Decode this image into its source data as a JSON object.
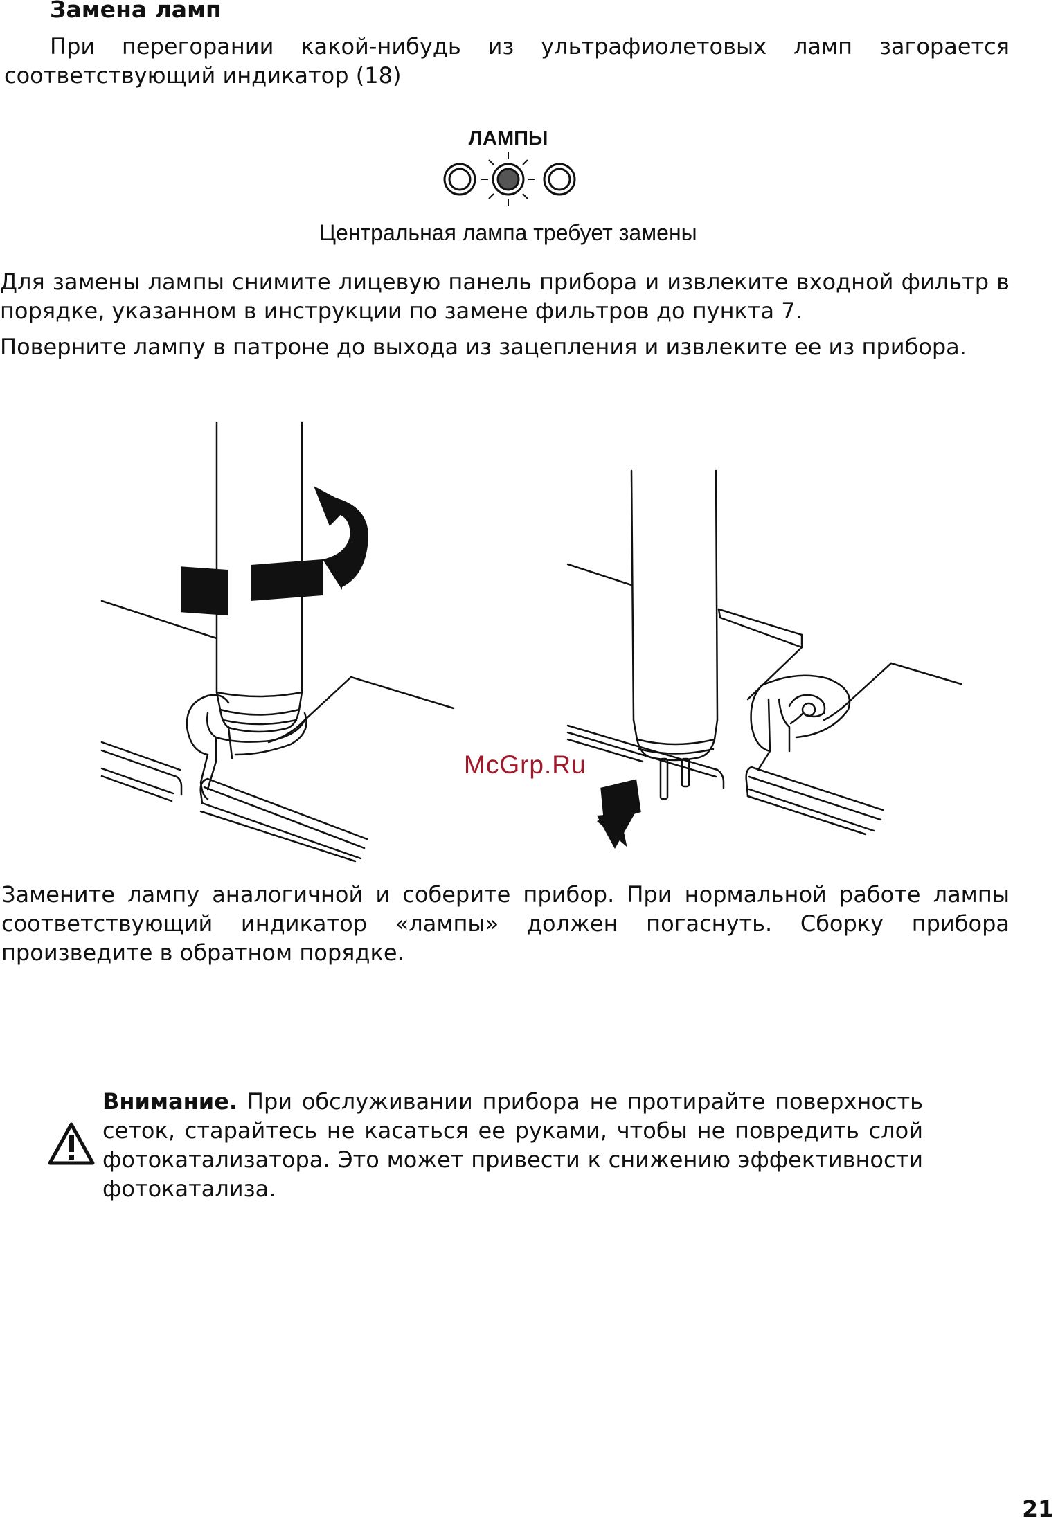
{
  "section": {
    "heading": "Замена ламп",
    "intro": "При перегорании какой-нибудь из ультрафиолетовых ламп загорается соответствующий индикатор (18)"
  },
  "indicator": {
    "label": "ЛАМПЫ",
    "caption": "Центральная лампа требует замены",
    "lamps": [
      "off",
      "on",
      "off"
    ]
  },
  "instructions": {
    "step1": "Для замены лампы снимите лицевую панель прибора и извлеките входной фильтр в порядке, указанном в инструкции по замене фильтров до пункта 7.",
    "step2": "Поверните лампу в патроне до выхода из зацепления и извлеките ее из прибора.",
    "step3": "Замените лампу аналогичной и соберите прибор. При нормальной работе лампы соответствующий индикатор «лампы» должен погаснуть. Сборку прибора произведите в обратном порядке."
  },
  "warning": {
    "title": "Внимание.",
    "text": "При обслуживании прибора не протирайте поверхность сеток, старайтесь не касаться ее руками, чтобы не повредить слой фотокатализатора. Это может привести к снижению эффективности фотокатализа.",
    "icon": "warning-triangle-icon"
  },
  "watermark": "McGrp.Ru",
  "page_number": "21"
}
